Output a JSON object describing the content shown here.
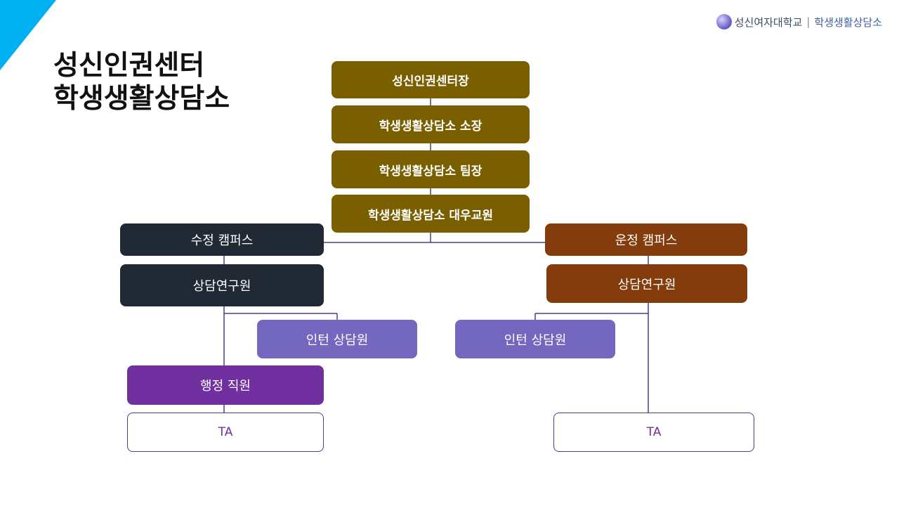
{
  "header": {
    "title_line1": "성신인권센터",
    "title_line2": "학생생활상담소",
    "logo_university": "성신여자대학교",
    "logo_separator": "|",
    "logo_department": "학생생활상담소",
    "logo_icon": "university-emblem-icon"
  },
  "org": {
    "director": "성신인권센터장",
    "head": "학생생활상담소 소장",
    "team_leader": "학생생활상담소 팀장",
    "liaison_professor": "학생생활상담소 대우교원",
    "left": {
      "campus": "수정 캠퍼스",
      "researcher": "상담연구원",
      "intern": "인턴 상담원",
      "admin": "행정 직원",
      "ta": "TA"
    },
    "right": {
      "campus": "운정 캠퍼스",
      "researcher": "상담연구원",
      "intern": "인턴 상담원",
      "ta": "TA"
    }
  },
  "colors": {
    "accent_corner": "#00b0f0",
    "top_chain": "#7a5f00",
    "left_campus": "#212934",
    "right_campus": "#843c0c",
    "intern": "#7467c0",
    "admin": "#7030a0",
    "connector": "#4a3d8a"
  }
}
